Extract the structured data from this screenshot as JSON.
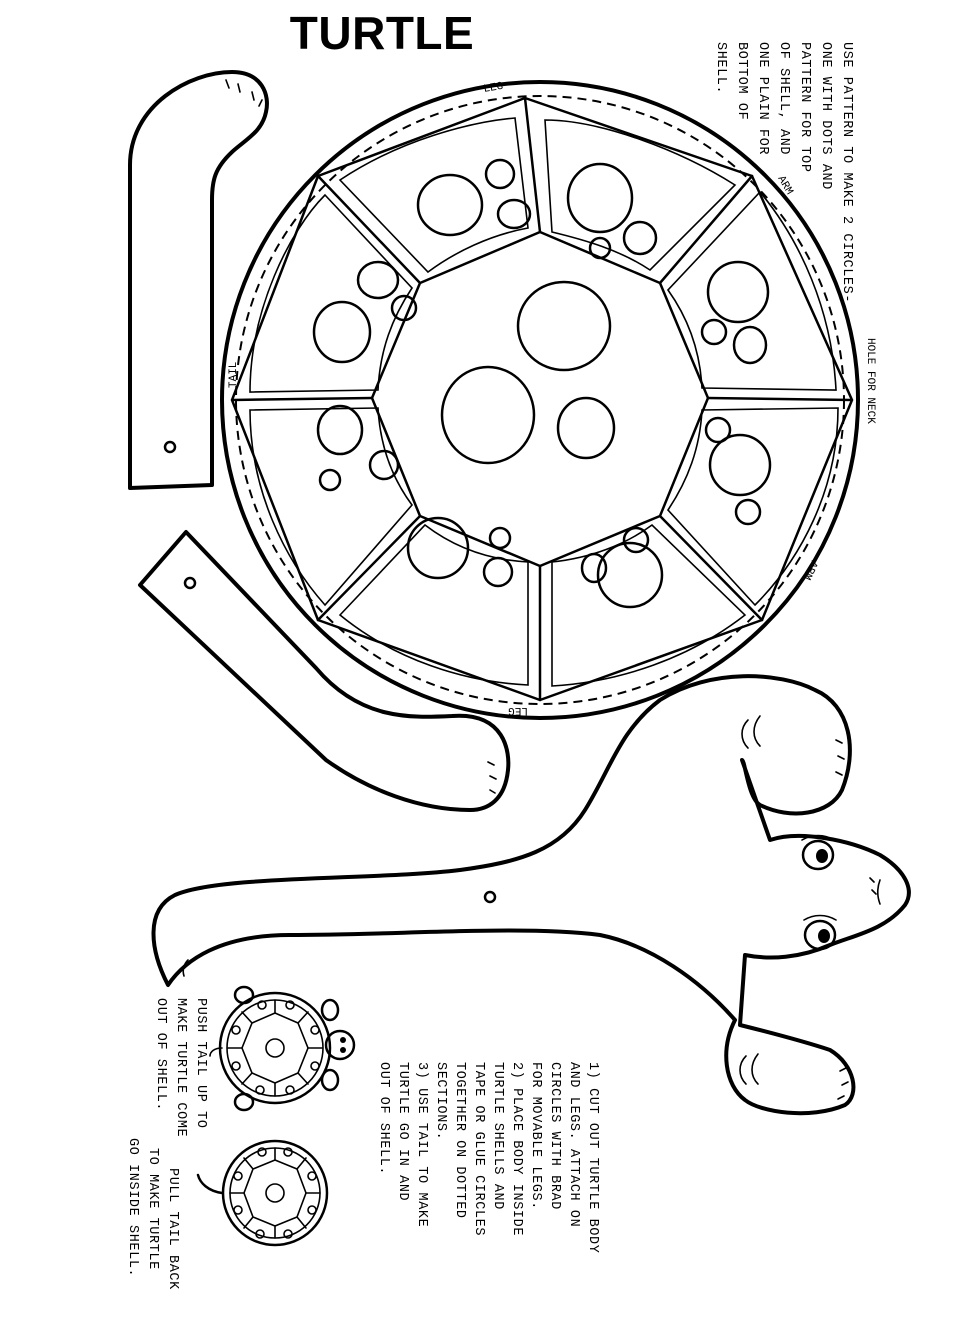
{
  "title": "TURTLE",
  "shell_labels": {
    "leg_top": "LEG",
    "arm_top": "ARM",
    "hole_for_neck": "HOLE FOR NECK",
    "arm_bottom": "ARM",
    "leg_bottom": "LEG",
    "tail": "TAIL"
  },
  "pattern_note": [
    "USE PATTERN TO MAKE 2 CIRCLES-",
    "ONE WITH DOTS AND",
    "PATTERN FOR TOP",
    "OF SHELL, AND",
    "ONE PLAIN FOR",
    "BOTTOM OF",
    "SHELL."
  ],
  "instructions": [
    "1) CUT OUT TURTLE BODY",
    "AND LEGS. ATTACH ON",
    "CIRCLES WITH BRAD",
    "FOR MOVABLE LEGS.",
    "2) PLACE BODY INSIDE",
    "TURTLE SHELLS AND",
    "TAPE OR GLUE CIRCLES",
    "TOGETHER ON DOTTED",
    "SECTIONS.",
    "3) USE TAIL TO MAKE",
    "TURTLE GO IN AND",
    "OUT OF SHELL."
  ],
  "push_note": [
    "PUSH TAIL UP TO",
    "MAKE TURTLE COME",
    "OUT OF SHELL."
  ],
  "pull_note": [
    "PULL TAIL BACK",
    "TO MAKE TURTLE",
    "GO INSIDE SHELL."
  ]
}
